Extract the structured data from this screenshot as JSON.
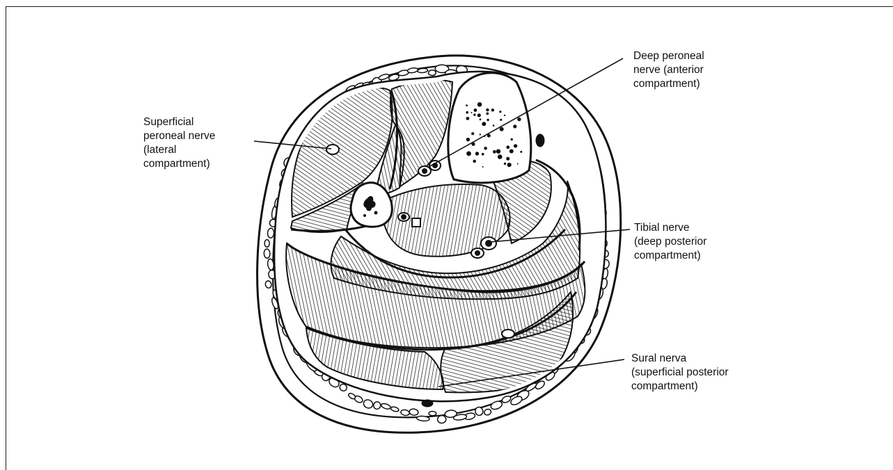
{
  "labels": {
    "deep_peroneal": [
      "Deep peroneal",
      "nerve (anterior",
      "compartment)"
    ],
    "superficial_peroneal": [
      "Superficial",
      "peroneal nerve",
      "(lateral",
      "compartment)"
    ],
    "tibial": [
      "Tibial nerve",
      "(deep posterior",
      "compartment)"
    ],
    "sural": [
      "Sural nerva",
      "(superficial posterior",
      "compartment)"
    ]
  },
  "colors": {
    "ink": "#111111",
    "paper": "#ffffff"
  }
}
